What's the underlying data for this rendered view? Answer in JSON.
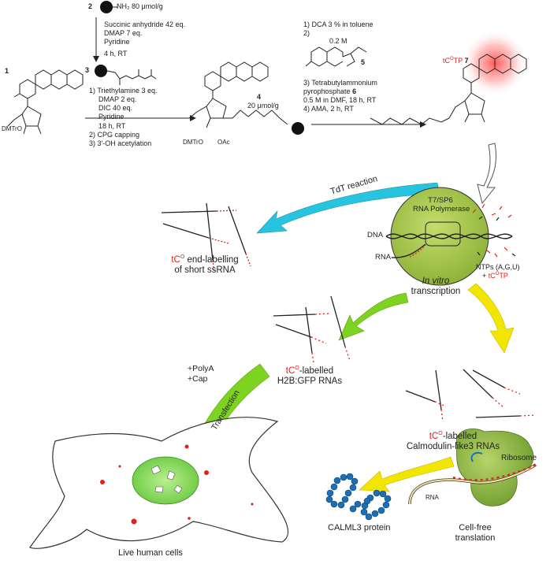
{
  "top_step": {
    "compound2_num": "2",
    "compound2_label": "NH₂ 80 μmol/g",
    "reagent1": "Succinic anhydride 42 eq.",
    "reagent2": "DMAP 7 eq.",
    "reagent3": "Pyridine",
    "time": "4 h, RT",
    "compound3_num": "3"
  },
  "compound1_num": "1",
  "compound1_label_dmtro": "DMTrO",
  "step2": {
    "line1": "1) Triethylamine 3 eq.",
    "line2": "DMAP 2 eq.",
    "line3": "DIC 40 eq.",
    "line4": "Pyridine",
    "line5": "18 h, RT",
    "line6": "2) CPG capping",
    "line7": "3) 3'-OH acetylation"
  },
  "compound4": {
    "num": "4",
    "loading": "20 μmol/g",
    "dmtro": "DMTrO",
    "oac": "OAc"
  },
  "step3": {
    "line1": "1) DCA 3 % in toluene",
    "line2": "2)",
    "conc": "0.2 M",
    "compound5_num": "5",
    "line3": "3) Tetrabutylammonium",
    "line4": "pyrophosphate",
    "compound6_num": "6",
    "line5": "0.5 M in DMF, 18 h, RT",
    "line6": "4) AMA, 2 h, RT"
  },
  "compound7": {
    "name": "tC",
    "sup": "O",
    "suffix": "TP",
    "num": "7"
  },
  "tdt_reaction": "TdT reaction",
  "polymerase": {
    "line1": "T7/SP6",
    "line2": "RNA Polymerase"
  },
  "dna_label": "DNA",
  "rna_label": "RNA",
  "ntps": {
    "line1": "NTPs (A,G,U)",
    "line2_prefix": "+ ",
    "line2_red": "tC",
    "line2_sup": "O",
    "line2_suffix": "TP"
  },
  "in_vitro": {
    "line1": "In vitro",
    "line2": "transcription"
  },
  "end_label": {
    "red": "tC",
    "sup": "O",
    "rest": " end-labelling",
    "line2": "of short ssRNA"
  },
  "h2b_label": {
    "red": "tC",
    "sup": "O",
    "rest": "-labelled",
    "line2": "H2B:GFP RNAs"
  },
  "calm_label": {
    "red": "tC",
    "sup": "O",
    "rest": "-labelled",
    "line2": "Calmodulin-like3 RNAs"
  },
  "transfection": {
    "polya": "+PolyA",
    "cap": "+Cap",
    "arrow_text": "Transfection"
  },
  "ribosome": "Ribosome",
  "calml3": "CALML3 protein",
  "cell_free": {
    "line1": "Cell-free",
    "line2": "translation"
  },
  "live_cells": "Live human cells",
  "colors": {
    "red_accent": "#e3201b",
    "tdt_arrow": "#27c4e0",
    "green_arrow": "#7ed321",
    "yellow_arrow": "#f2e600",
    "polymerase_fill": "#a7c94a",
    "nucleus_fill": "#8fd66a",
    "protein_blue": "#1b6fb5"
  }
}
